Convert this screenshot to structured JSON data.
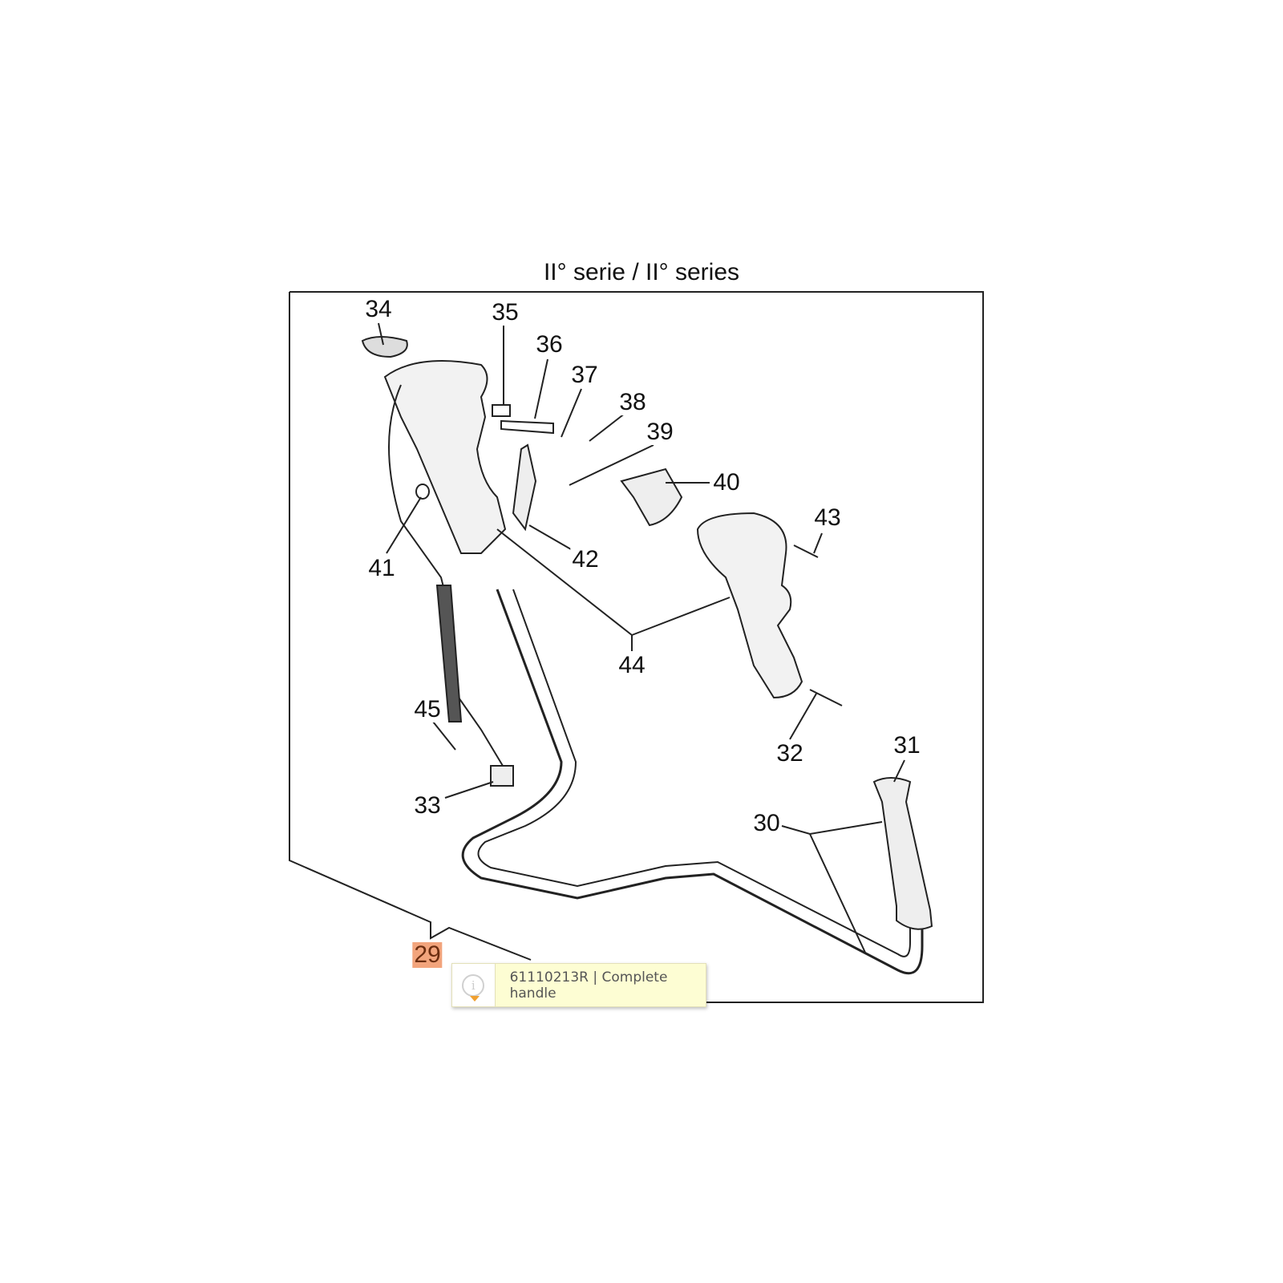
{
  "diagram": {
    "title": "II° serie / II° series",
    "callouts": {
      "p29": "29",
      "p30": "30",
      "p31": "31",
      "p32": "32",
      "p33": "33",
      "p34": "34",
      "p35": "35",
      "p36": "36",
      "p37": "37",
      "p38": "38",
      "p39": "39",
      "p40": "40",
      "p41": "41",
      "p42": "42",
      "p43": "43",
      "p44": "44",
      "p45": "45"
    },
    "highlight_color": "#f2a47c"
  },
  "tooltip": {
    "icon": "info-icon",
    "text": "61110213R | Complete handle"
  }
}
